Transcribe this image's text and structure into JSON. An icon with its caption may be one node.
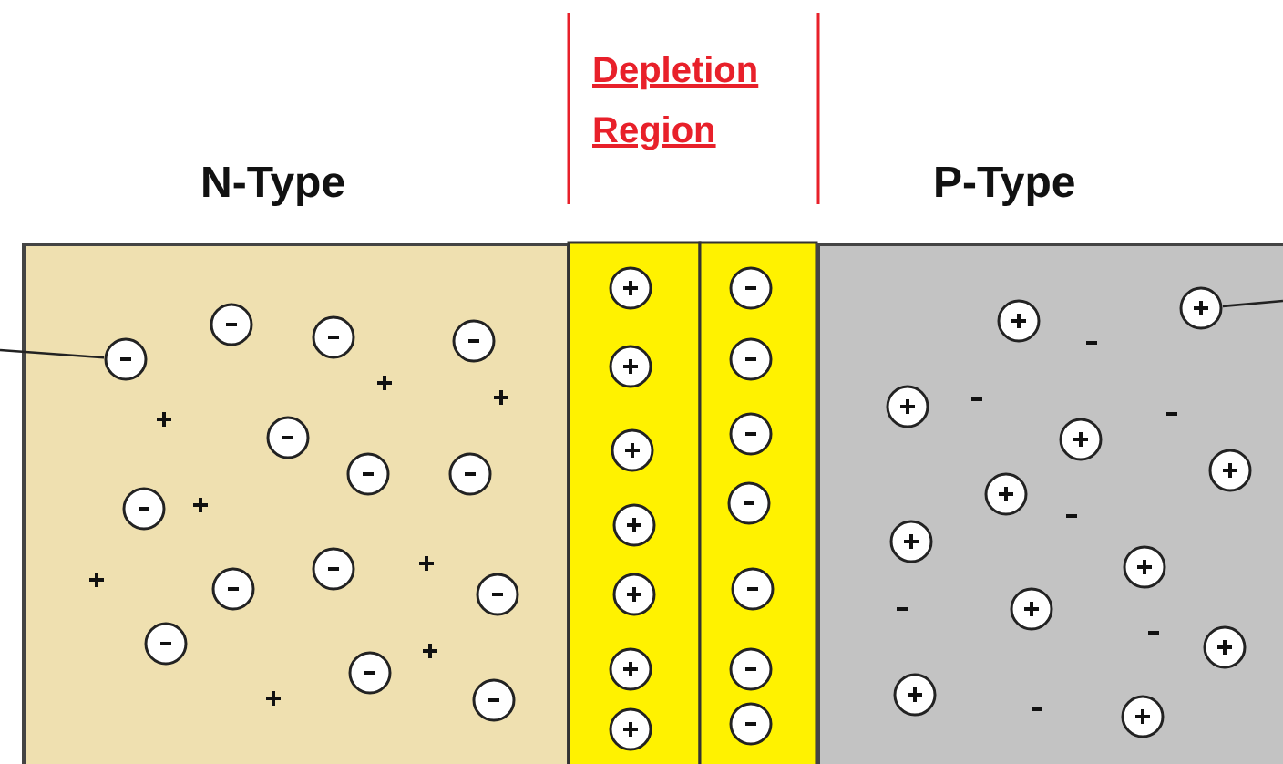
{
  "diagram": {
    "nodes": [
      {
        "text": [
          "N-Type"
        ]
      },
      {
        "text": [
          "Depletion Region"
        ]
      },
      {
        "text": [
          "P-Type"
        ]
      },
      {
        "text": [],
        "shape": "circle",
        "in": 0
      },
      {
        "text": [],
        "shape": "circle",
        "in": 2
      }
    ],
    "edges": [
      {
        "from": null,
        "to": 3,
        "arrow": "none"
      },
      {
        "from": null,
        "to": 4,
        "arrow": "none"
      }
    ]
  }
}
